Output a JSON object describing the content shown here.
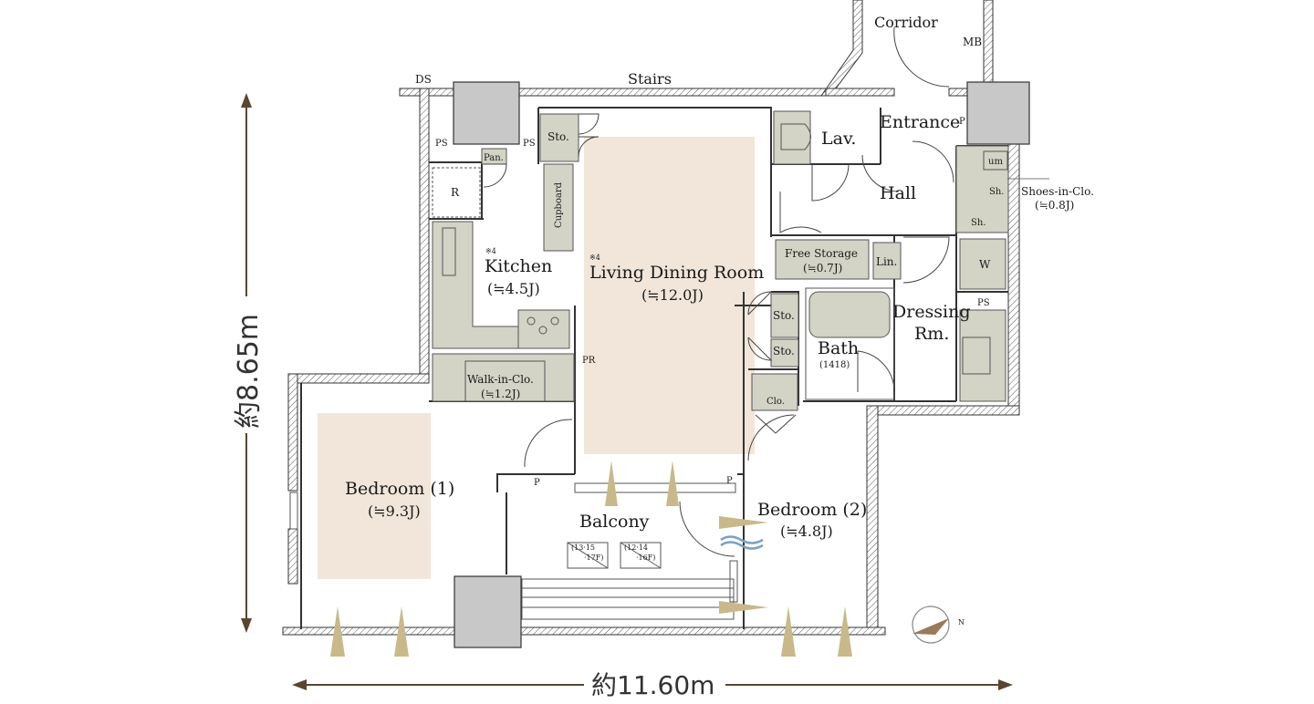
{
  "rooms": {
    "corridor": "Corridor",
    "mb": "MB",
    "stairs": "Stairs",
    "ds": "DS",
    "ps_left": "PS",
    "ps_mid": "PS",
    "ps_right": "PS",
    "p_entrance": "P",
    "p_bed1": "P",
    "p_bed2": "P",
    "pr": "PR",
    "entrance": "Entrance",
    "lav": "Lav.",
    "hall": "Hall",
    "sto_top": "Sto.",
    "pan": "Pan.",
    "refrigerator": "R",
    "cupboard": "Cupboard",
    "kitchen_note": "※4",
    "kitchen": "Kitchen",
    "kitchen_area": "(≒4.5J)",
    "ldr_note": "※4",
    "ldr": "Living Dining Room",
    "ldr_area": "(≒12.0J)",
    "free_storage": "Free Storage",
    "free_storage_area": "(≒0.7J)",
    "linen": "Lin.",
    "dressing": "Dressing",
    "dressing2": "Rm.",
    "bath": "Bath",
    "bath_size": "(1418)",
    "sto_a": "Sto.",
    "sto_b": "Sto.",
    "clo": "Clo.",
    "walk_in": "Walk-in-Clo.",
    "walk_in_area": "(≒1.2J)",
    "um": "um",
    "sh_a": "Sh.",
    "sh_b": "Sh.",
    "shoes_in_clo": "Shoes-in-Clo.",
    "shoes_in_clo_area": "(≒0.8J)",
    "washer": "W",
    "bedroom1": "Bedroom (1)",
    "bedroom1_area": "(≒9.3J)",
    "bedroom2": "Bedroom (2)",
    "bedroom2_area": "(≒4.8J)",
    "balcony": "Balcony",
    "balcony_note_a1": "(13·15",
    "balcony_note_a2": "·17F)",
    "balcony_note_b1": "(12·14",
    "balcony_note_b2": "·16F)"
  },
  "dimensions": {
    "height": "約8.65m",
    "width": "約11.60m"
  },
  "compass": {
    "north": "N",
    "icon": "compass-icon"
  },
  "colors": {
    "floor_patch": "#f1e6d9",
    "fixture": "#d3d3c6",
    "shaft": "#c8c8c8",
    "light_arrow": "#c9b98a",
    "wind_arrow": "#7aa0c4"
  }
}
